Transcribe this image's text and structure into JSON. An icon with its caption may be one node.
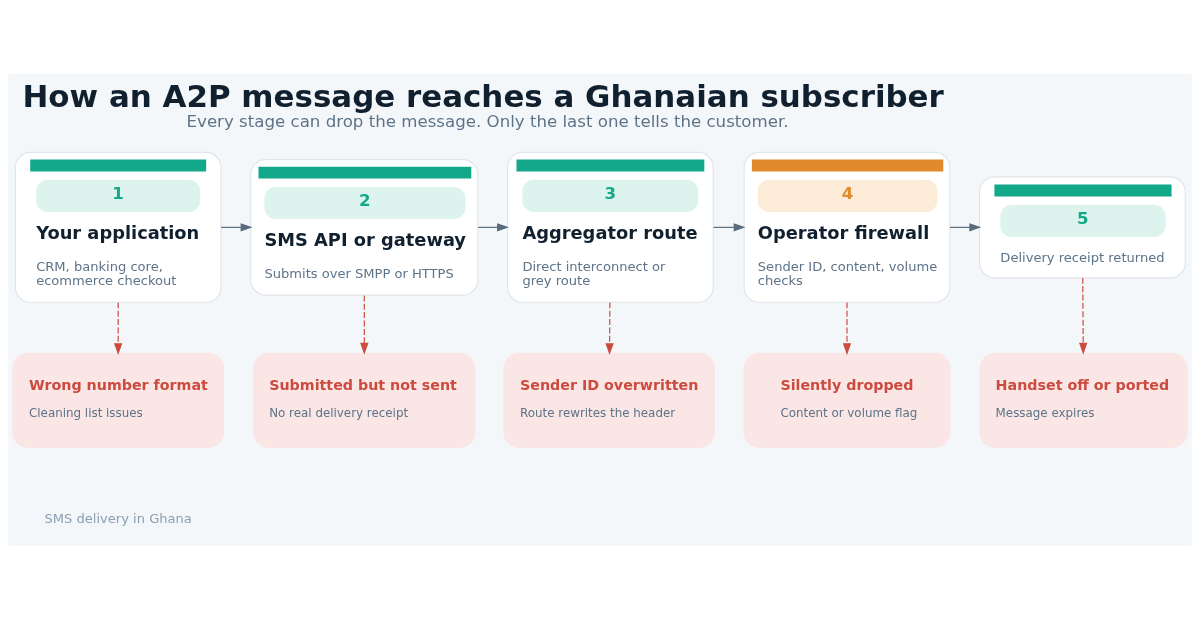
{
  "diagram": {
    "title": "How an A2P message reaches a Ghanaian subscriber",
    "caption": "Every stage can drop the message. Only the last one tells the customer.",
    "nodes": [
      {
        "text": [
          "1",
          "Your application",
          "CRM, banking core, ecommerce checkout"
        ]
      },
      {
        "text": [
          "2",
          "SMS API or gateway",
          "Submits over SMPP or HTTPS"
        ]
      },
      {
        "text": [
          "3",
          "Aggregator route",
          "Direct interconnect or grey route"
        ]
      },
      {
        "text": [
          "4",
          "Operator firewall",
          "Sender ID, content, volume checks"
        ]
      },
      {
        "text": [
          "5",
          "Delivery receipt returned"
        ]
      },
      {
        "text": [
          "Wrong number format",
          "Cleaning list issues"
        ]
      },
      {
        "text": [
          "Submitted but not sent",
          "No real delivery receipt"
        ]
      },
      {
        "text": [
          "Sender ID overwritten",
          "Route rewrites the header"
        ]
      },
      {
        "text": [
          "Silently dropped",
          "Content or volume flag"
        ]
      },
      {
        "text": [
          "Handset off or ported",
          "Message expires"
        ]
      }
    ],
    "edges": [
      {
        "from": 0,
        "to": 1,
        "arrow": "to",
        "color": "#5a6b7d"
      },
      {
        "from": 1,
        "to": 2,
        "arrow": "to",
        "color": "#5a6b7d"
      },
      {
        "from": 2,
        "to": 3,
        "arrow": "to",
        "color": "#5a6b7d"
      },
      {
        "from": 3,
        "to": 4,
        "arrow": "to",
        "color": "#5a6b7d"
      },
      {
        "from": 0,
        "to": 5,
        "arrow": "to",
        "style": "dashed"
      },
      {
        "from": 1,
        "to": 6,
        "arrow": "to",
        "style": "dashed"
      },
      {
        "from": 2,
        "to": 7,
        "arrow": "to",
        "style": "dashed"
      },
      {
        "from": 3,
        "to": 8,
        "arrow": "to",
        "style": "dashed"
      },
      {
        "from": 4,
        "to": 9,
        "arrow": "to",
        "style": "dashed"
      }
    ],
    "labels": [
      "SMS delivery in Ghana"
    ]
  }
}
